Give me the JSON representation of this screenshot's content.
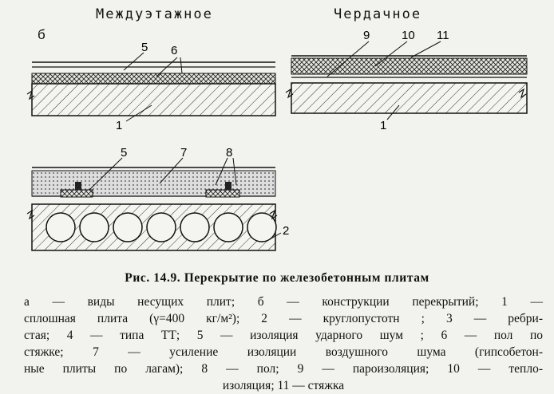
{
  "headers": {
    "interfloor": "Междуэтажное",
    "attic": "Чердачное"
  },
  "panel_label": "б",
  "labels": {
    "a5": "5",
    "a6": "6",
    "a1": "1",
    "b9": "9",
    "b10": "10",
    "b11": "11",
    "b1": "1",
    "c5": "5",
    "c7": "7",
    "c8": "8",
    "c2": "2"
  },
  "caption": {
    "title": "Рис. 14.9. Перекрытие по железобетонным плитам",
    "lines": [
      "а — виды несущих плит; б — конструкции перекрытий; 1 —",
      "сплошная плита (γ=400 кг/м²); 2 — круглопустотн ; 3 — ребри-",
      "стая; 4 — типа ТТ; 5 — изоляция ударного шум ; 6 — пол по",
      "стяжке; 7 — усиление изоляции воздушного шума (гипсобетон-",
      "ные плиты по лагам); 8 — пол; 9 — пароизоляция; 10 — тепло-",
      "изоляция; 11 — стяжка"
    ]
  }
}
